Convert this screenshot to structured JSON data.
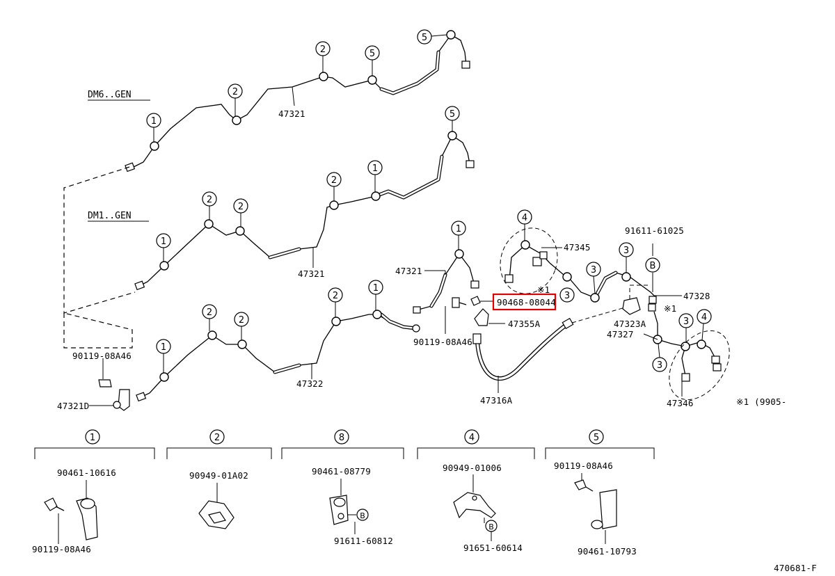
{
  "labels": {
    "dm6_gen": "DM6..GEN",
    "dm1_gen": "DM1..GEN",
    "pn_47321_a": "47321",
    "pn_47321_b": "47321",
    "pn_47321_c": "47321",
    "pn_47322": "47322",
    "pn_47321d": "47321D",
    "pn_90119_08a46_a": "90119-08A46",
    "pn_90119_08a46_b": "90119-08A46",
    "pn_90468_08044": "90468-08044",
    "pn_47355a": "47355A",
    "pn_47316a": "47316A",
    "pn_47345": "47345",
    "pn_91611_61025": "91611-61025",
    "pn_47328": "47328",
    "pn_47323a": "47323A",
    "pn_47327": "47327",
    "pn_47346": "47346",
    "note_mark_1": "※1",
    "note_mark_2": "※1",
    "note_date": "※1 (9905-    "
  },
  "callouts": {
    "c1": "1",
    "c2": "2",
    "c3": "3",
    "c4": "4",
    "c5": "5",
    "c8": "8",
    "cB": "B"
  },
  "legend": {
    "g1": {
      "badge": "1",
      "top": "90461-10616",
      "bottom": "90119-08A46"
    },
    "g2": {
      "badge": "2",
      "top": "90949-01A02"
    },
    "g3": {
      "badge": "8",
      "top": "90461-08779",
      "bottom": "91611-60812",
      "sub": "B"
    },
    "g4": {
      "badge": "4",
      "top": "90949-01006",
      "bottom": "91651-60614",
      "sub": "B"
    },
    "g5": {
      "badge": "5",
      "top": "90119-08A46",
      "bottom": "90461-10793"
    }
  },
  "footer": {
    "drawing_number": "470681-F"
  },
  "highlight": {
    "color": "#e00000",
    "part": "90468-08044"
  }
}
